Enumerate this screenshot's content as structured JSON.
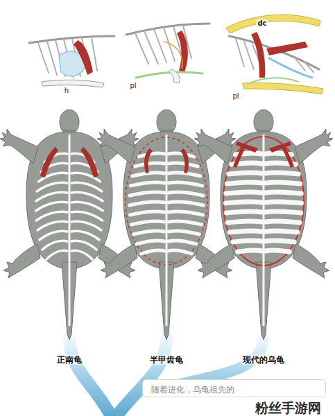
{
  "diagram": {
    "caption": "随着进化，乌龟祖先的",
    "labels": [
      "h",
      "pl",
      "dc",
      "pl",
      "正南龟",
      "半甲齿龟",
      "现代的乌龟",
      "粉丝手游网"
    ]
  }
}
